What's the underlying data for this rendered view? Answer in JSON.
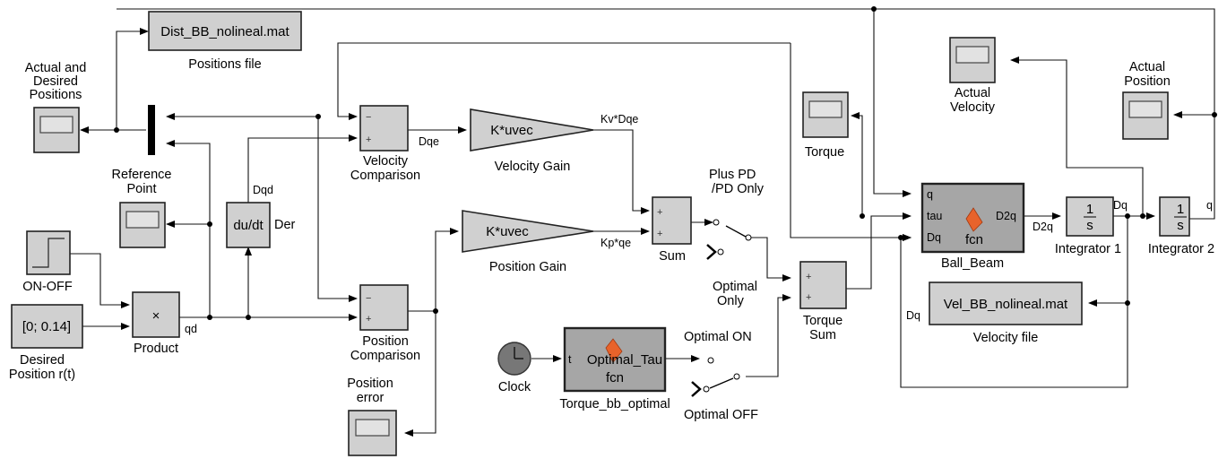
{
  "blocks": {
    "dist_file": {
      "text": "Dist_BB_nolineal.mat",
      "label": "Positions file"
    },
    "scope_positions": {
      "label_lines": [
        "Actual and",
        "Desired",
        "Positions"
      ]
    },
    "mux_ref": {
      "label_lines": [
        "Reference",
        "Point"
      ]
    },
    "onoff": {
      "label": "ON-OFF"
    },
    "const": {
      "text": "[0; 0.14]",
      "label_lines": [
        "Desired",
        "Position r(t)"
      ]
    },
    "product": {
      "symbol": "×",
      "label": "Product"
    },
    "deriv": {
      "text": "du/dt",
      "label": "Der"
    },
    "vel_comp": {
      "label_lines": [
        "Velocity",
        "Comparison"
      ],
      "signs": [
        "−",
        "+"
      ]
    },
    "pos_comp": {
      "label_lines": [
        "Position",
        "Comparison"
      ],
      "signs": [
        "−",
        "+"
      ]
    },
    "vel_gain": {
      "text": "K*uvec",
      "label": "Velocity Gain"
    },
    "pos_gain": {
      "text": "K*uvec",
      "label": "Position Gain"
    },
    "sum": {
      "label": "Sum",
      "signs": [
        "+",
        "+"
      ]
    },
    "torque_sum": {
      "label_lines": [
        "Torque",
        "Sum"
      ],
      "signs": [
        "+",
        "+"
      ]
    },
    "switch1": {
      "label_lines": [
        "Plus PD",
        "/PD Only"
      ],
      "label2_lines": [
        "Optimal",
        "Only"
      ]
    },
    "switch2": {
      "label_top": "Optimal ON",
      "label_bottom": "Optimal OFF"
    },
    "clock": {
      "label": "Clock"
    },
    "opt_fcn": {
      "port_in": "t",
      "title": "Optimal_Tau",
      "fcn": "fcn",
      "label": "Torque_bb_optimal"
    },
    "scope_pos_error": {
      "label_lines": [
        "Position",
        "error"
      ]
    },
    "scope_torque": {
      "label": "Torque"
    },
    "ball_beam": {
      "ports_in": [
        "q",
        "tau",
        "Dq"
      ],
      "port_out": "D2q",
      "fcn": "fcn",
      "label": "Ball_Beam"
    },
    "scope_actual_vel": {
      "label_lines": [
        "Actual",
        "Velocity"
      ]
    },
    "scope_actual_pos": {
      "label_lines": [
        "Actual",
        "Position"
      ]
    },
    "integrator1": {
      "num": "1",
      "den": "s",
      "label": "Integrator 1"
    },
    "integrator2": {
      "num": "1",
      "den": "s",
      "label": "Integrator 2"
    },
    "vel_file": {
      "text": "Vel_BB_nolineal.mat",
      "label": "Velocity file"
    }
  },
  "signals": {
    "qd": "qd",
    "dqd": "Dqd",
    "dqe": "Dqe",
    "kv_dqe": "Kv*Dqe",
    "kp_qe": "Kp*qe",
    "d2q": "D2q",
    "dq": "Dq",
    "q": "q",
    "dq_left": "Dq"
  },
  "colors": {
    "block_fill": "#d0d0d0",
    "fcn_fill": "#a6a6a6",
    "wire": "#111111",
    "matlab_logo": "#e8632b"
  }
}
